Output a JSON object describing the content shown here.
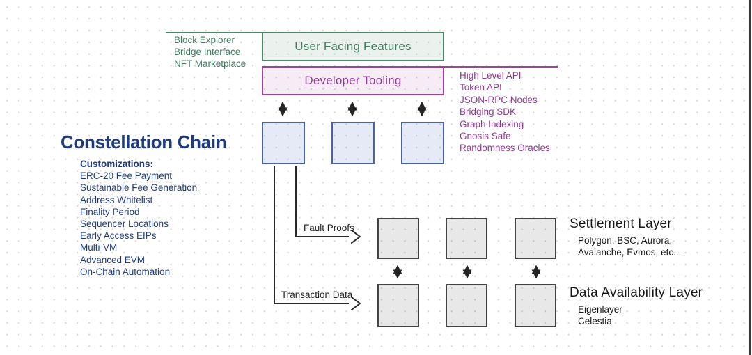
{
  "chain": {
    "title": "Constellation Chain",
    "customizations_heading": "Customizations:",
    "customizations": [
      "ERC-20 Fee Payment",
      "Sustainable Fee Generation",
      "Address Whitelist",
      "Finality Period",
      "Sequencer Locations",
      "Early Access EIPs",
      "Multi-VM",
      "Advanced EVM",
      "On-Chain Automation"
    ]
  },
  "user_facing": {
    "label": "User Facing Features",
    "items": [
      "Block Explorer",
      "Bridge Interface",
      "NFT Marketplace"
    ]
  },
  "developer_tooling": {
    "label": "Developer Tooling",
    "items": [
      "High Level API",
      "Token API",
      "JSON-RPC Nodes",
      "Bridging SDK",
      "Graph Indexing",
      "Gnosis Safe",
      "Randomness Oracles"
    ]
  },
  "connectors": {
    "fault_proofs": "Fault Proofs",
    "transaction_data": "Transaction Data"
  },
  "settlement_layer": {
    "title": "Settlement Layer",
    "members": [
      "Polygon, BSC, Aurora,",
      "Avalanche, Evmos, etc..."
    ]
  },
  "data_availability_layer": {
    "title": "Data Availability Layer",
    "members": [
      "Eigenlayer",
      "Celestia"
    ]
  },
  "colors": {
    "green_border": "#4e8468",
    "green_text": "#3f7c5d",
    "purple_border": "#a041a0",
    "purple_text": "#8f3a90",
    "blue_border": "#47649b",
    "blue_fill": "#dde6f5",
    "navy_text": "#1e3c7d",
    "gray_border": "#434343",
    "gray_fill": "#e4e4e4",
    "arrow_color": "#242424"
  }
}
